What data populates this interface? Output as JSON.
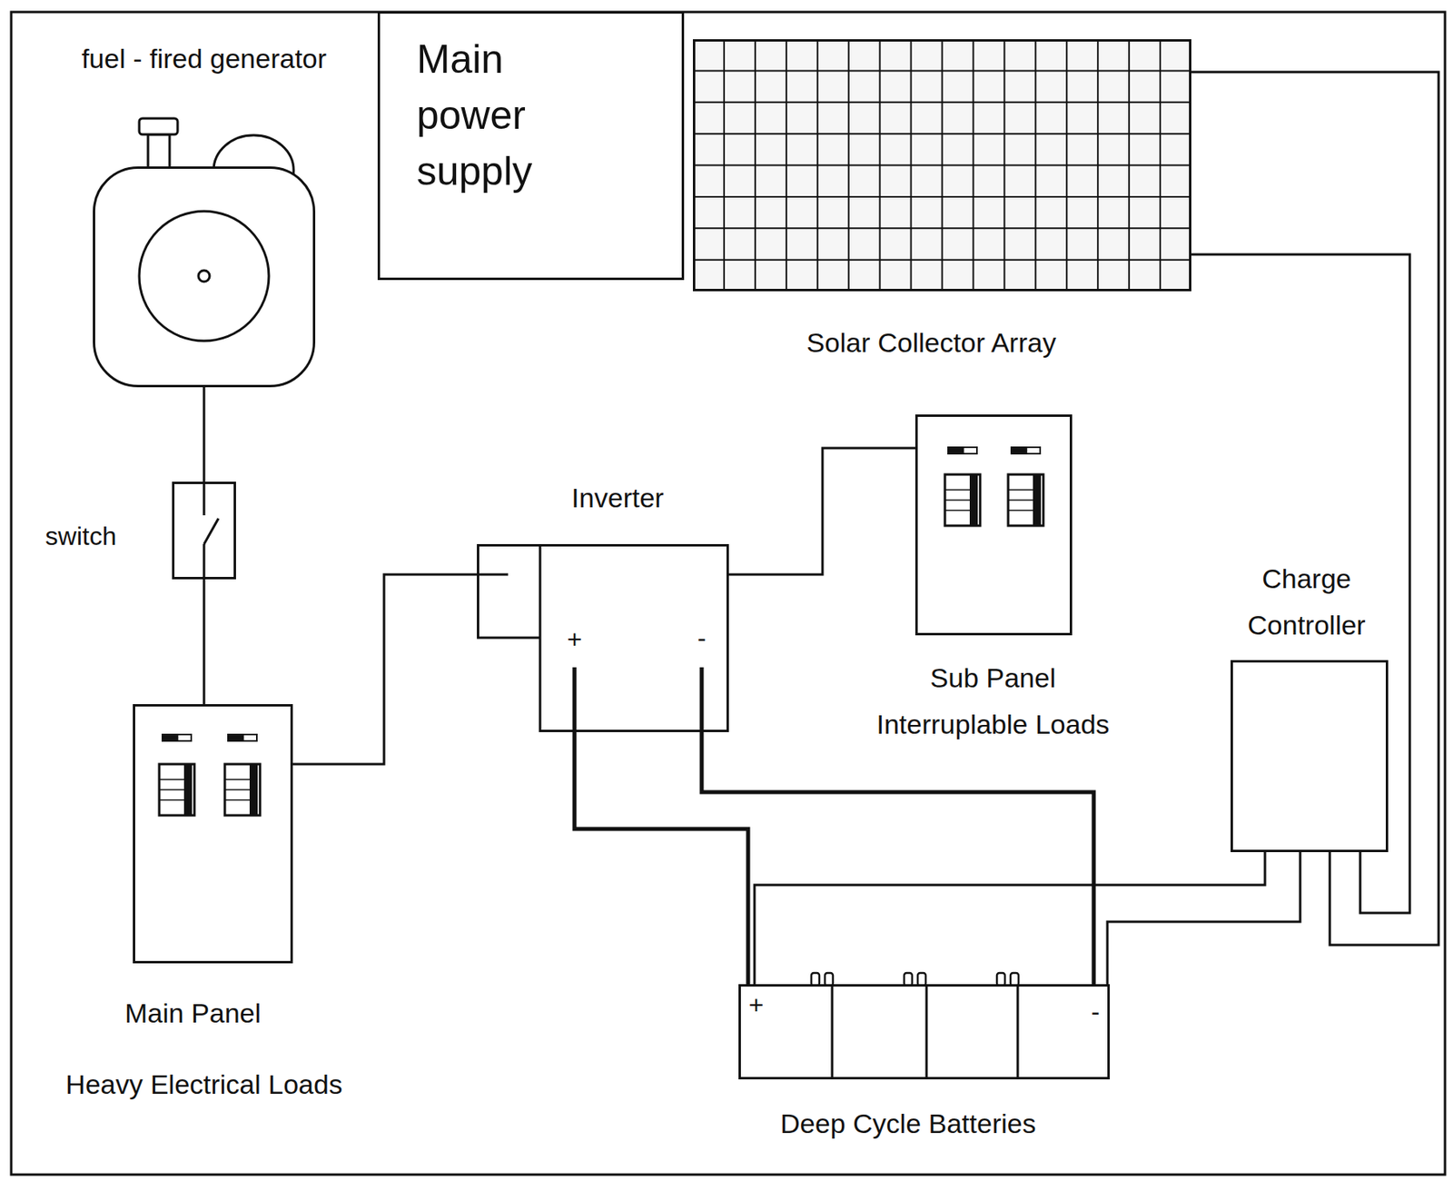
{
  "diagram": {
    "nodes": [
      {
        "text": [
          "fuel - fired generator"
        ]
      },
      {
        "text": [
          "Main power supply"
        ]
      },
      {
        "text": [
          "Solar Collector Array"
        ]
      },
      {
        "text": [
          "switch"
        ]
      },
      {
        "text": [
          "Inverter"
        ]
      },
      {
        "text": [
          "Sub Panel Interruplable Loads"
        ]
      },
      {
        "text": [
          "Charge Controller"
        ]
      },
      {
        "text": [
          "Main Panel",
          "Heavy Electrical Loads"
        ]
      },
      {
        "text": [
          "Deep Cycle Batteries"
        ]
      }
    ],
    "edges": [
      {
        "from": 0,
        "to": 3,
        "arrow": "none"
      },
      {
        "from": 3,
        "to": 7,
        "arrow": "none"
      },
      {
        "from": 7,
        "to": 4,
        "arrow": "none"
      },
      {
        "from": 4,
        "to": 5,
        "arrow": "none"
      },
      {
        "from": 4,
        "to": 8,
        "arrow": "none"
      },
      {
        "from": 4,
        "to": 8,
        "arrow": "none"
      },
      {
        "from": 2,
        "to": 6,
        "arrow": "none"
      },
      {
        "from": 2,
        "to": 6,
        "arrow": "none"
      },
      {
        "from": 6,
        "to": 8,
        "arrow": "none"
      },
      {
        "from": 6,
        "to": 8,
        "arrow": "none"
      }
    ],
    "labels": [
      "+",
      "-",
      "+",
      "-"
    ]
  }
}
